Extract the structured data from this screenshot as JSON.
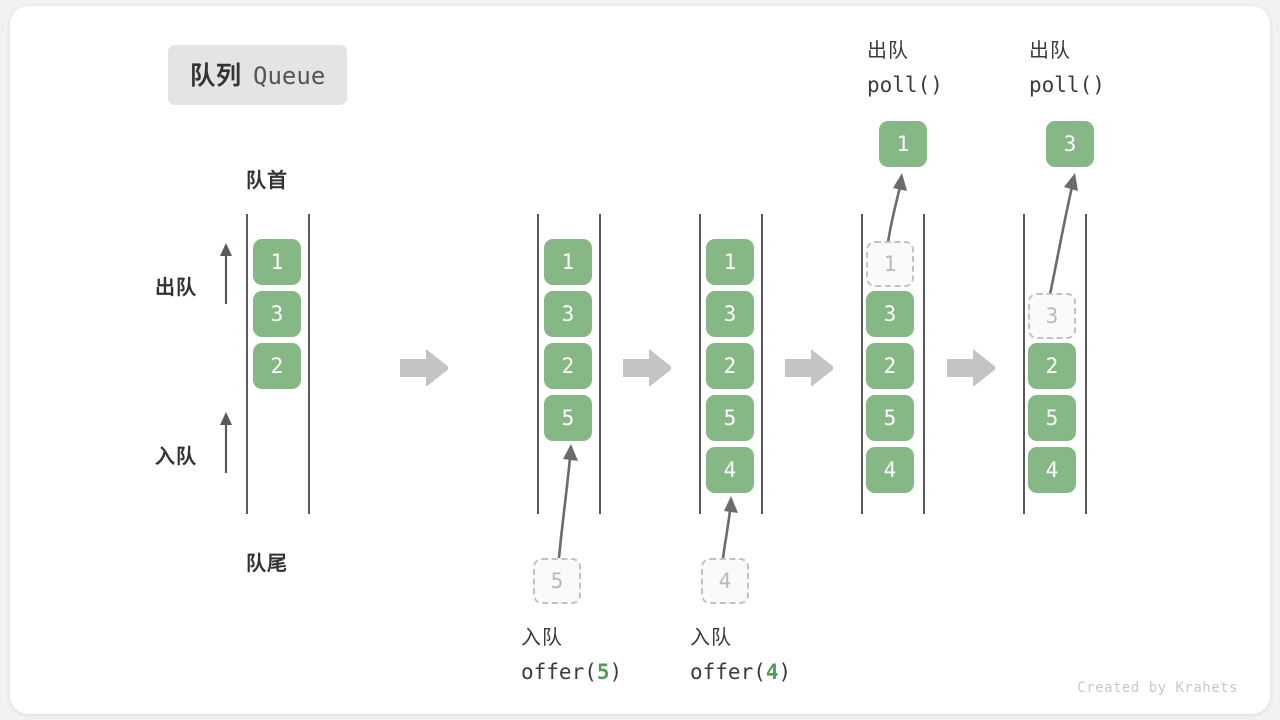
{
  "title": {
    "cn": "队列",
    "en": "Queue"
  },
  "labels": {
    "head": "队首",
    "tail": "队尾",
    "dequeue": "出队",
    "enqueue": "入队"
  },
  "colors": {
    "cell_green": "#85b885",
    "ghost_border": "#c2c2c2",
    "ghost_text": "#b9b9b9",
    "rail": "#5a5a5a",
    "flow_arrow": "#c4c4c4",
    "badge_bg": "#e4e4e4",
    "text_dark": "#333333"
  },
  "stages": [
    {
      "name": "initial",
      "cells": [
        "1",
        "3",
        "2"
      ],
      "ghost": null,
      "popped": null,
      "caption_cn": null,
      "caption_code": null
    },
    {
      "name": "after-offer-5",
      "cells": [
        "1",
        "3",
        "2",
        "5"
      ],
      "ghost": "5",
      "popped": null,
      "caption_cn": "入队",
      "caption_code": "offer(",
      "caption_arg": "5",
      "caption_code_end": ")"
    },
    {
      "name": "after-offer-4",
      "cells": [
        "1",
        "3",
        "2",
        "5",
        "4"
      ],
      "ghost": "4",
      "popped": null,
      "caption_cn": "入队",
      "caption_code": "offer(",
      "caption_arg": "4",
      "caption_code_end": ")"
    },
    {
      "name": "after-poll-1",
      "cells": [
        "3",
        "2",
        "5",
        "4"
      ],
      "ghost": "1",
      "popped": "1",
      "caption_cn": "出队",
      "caption_code": "poll()"
    },
    {
      "name": "after-poll-3",
      "cells": [
        "2",
        "5",
        "4"
      ],
      "ghost": "3",
      "popped": "3",
      "caption_cn": "出队",
      "caption_code": "poll()"
    }
  ],
  "credit": "Created by Krahets"
}
